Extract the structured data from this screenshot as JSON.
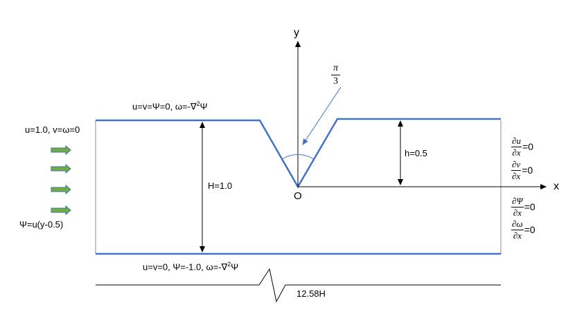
{
  "labels": {
    "axis_y": "y",
    "axis_x": "x",
    "origin": "O",
    "angle_num": "π",
    "angle_den": "3",
    "top_bc_pre": "u=v=Ψ=0, ω=-∇",
    "top_bc_sup": "2",
    "top_bc_post": "Ψ",
    "inlet_bc": "u=1.0, v=ω=0",
    "inlet_psi": "Ψ=u(y-0.5)",
    "channel_height": "H=1.0",
    "notch_depth": "h=0.5",
    "bottom_bc_pre": "u=v=0, Ψ=-1.0, ω=-∇",
    "bottom_bc_sup": "2",
    "bottom_bc_post": "Ψ",
    "length": "12.58H"
  },
  "outlet_bcs": [
    {
      "num": "∂u",
      "den": "∂x",
      "rest": "=0"
    },
    {
      "num": "∂v",
      "den": "∂x",
      "rest": "=0"
    },
    {
      "num": "∂Ψ",
      "den": "∂x",
      "rest": "=0"
    },
    {
      "num": "∂ω",
      "den": "∂x",
      "rest": "=0"
    }
  ],
  "colors": {
    "wall": "#4472C4",
    "arrow_fill": "#70AD47",
    "arrow_stroke": "#41719C",
    "angle_arrow": "#4472C4",
    "line": "#000000",
    "outline": "#8C8C8C"
  }
}
